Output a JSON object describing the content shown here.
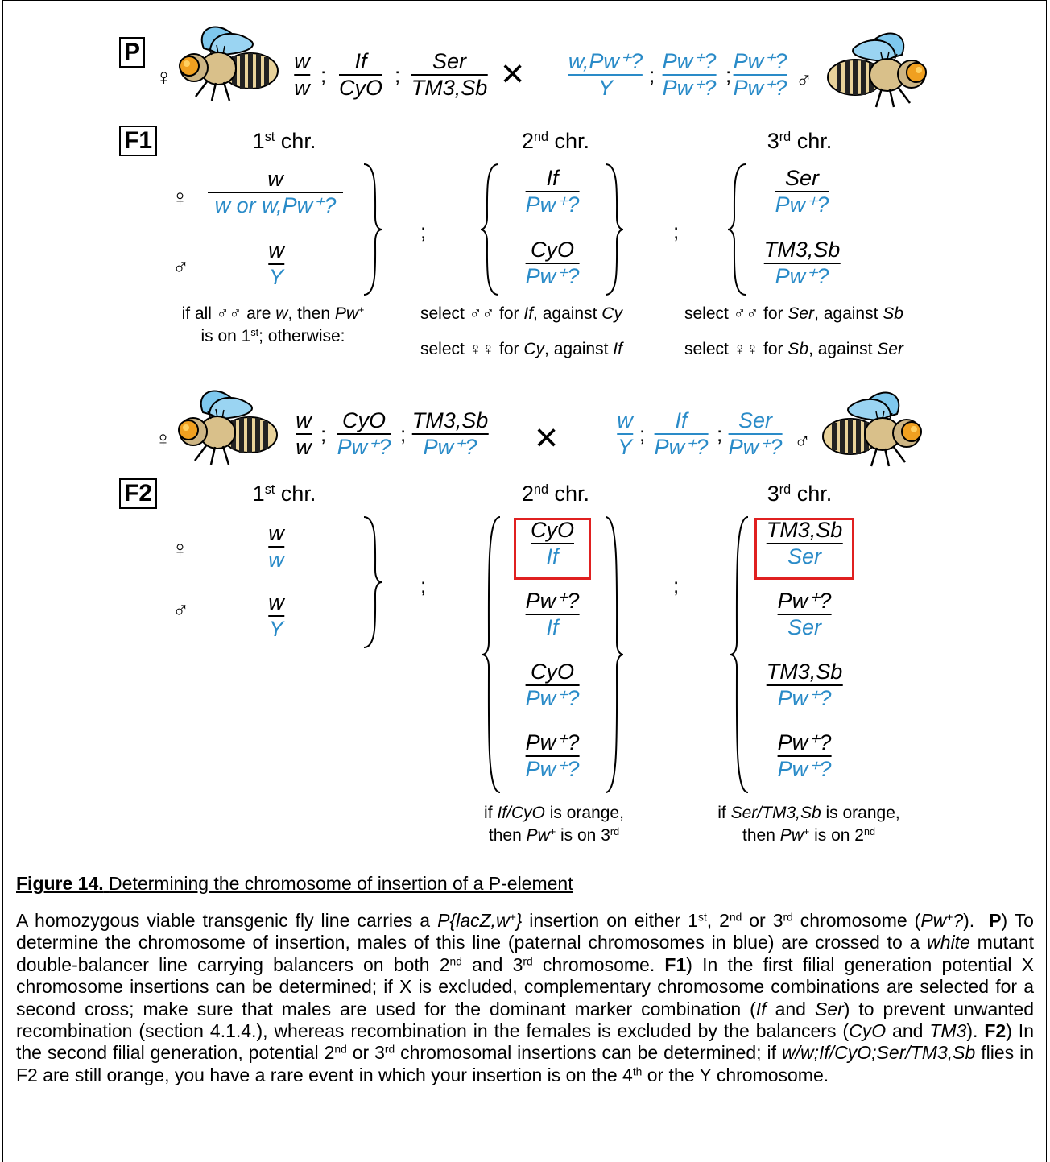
{
  "generations": {
    "p": "P",
    "f1": "F1",
    "f2": "F2"
  },
  "symbols": {
    "female": "♀",
    "male": "♂",
    "cross": "×",
    "semicolon": ";",
    "males": "♂♂",
    "females": "♀♀"
  },
  "p_cross": {
    "female": [
      {
        "num": "w",
        "den": "w"
      },
      {
        "num": "If",
        "den": "CyO"
      },
      {
        "num": "Ser",
        "den": "TM3,Sb"
      }
    ],
    "male": [
      {
        "num": "w,Pw⁺?",
        "den": "Y"
      },
      {
        "num": "Pw⁺?",
        "den": "Pw⁺?"
      },
      {
        "num": "Pw⁺?",
        "den": "Pw⁺?"
      }
    ]
  },
  "chr_labels": {
    "first": "1st chr.",
    "second": "2nd chr.",
    "third": "3rd chr."
  },
  "f1": {
    "first_female": {
      "num": "w",
      "den": "w or w,Pw⁺?"
    },
    "first_male": {
      "num": "w",
      "den": "Y"
    },
    "second": [
      {
        "num": "If",
        "den": "Pw⁺?"
      },
      {
        "num": "CyO",
        "den": "Pw⁺?"
      }
    ],
    "third": [
      {
        "num": "Ser",
        "den": "Pw⁺?"
      },
      {
        "num": "TM3,Sb",
        "den": "Pw⁺?"
      }
    ],
    "note_first": "if all ♂♂ are w, then Pw⁺ is on 1st; otherwise:",
    "note_second_a": "select ♂♂ for If, against Cy",
    "note_second_b": "select ♀♀ for Cy, against If",
    "note_third_a": "select ♂♂ for Ser, against Sb",
    "note_third_b": "select ♀♀ for Sb, against Ser"
  },
  "second_cross": {
    "female": [
      {
        "num": "w",
        "den": "w"
      },
      {
        "num": "CyO",
        "den": "Pw⁺?"
      },
      {
        "num": "TM3,Sb",
        "den": "Pw⁺?"
      }
    ],
    "male": [
      {
        "num": "w",
        "den": "Y"
      },
      {
        "num": "If",
        "den": "Pw⁺?"
      },
      {
        "num": "Ser",
        "den": "Pw⁺?"
      }
    ]
  },
  "f2": {
    "first_female": {
      "num": "w",
      "den": "w"
    },
    "first_male": {
      "num": "w",
      "den": "Y"
    },
    "second": [
      {
        "num": "CyO",
        "den": "If"
      },
      {
        "num": "Pw⁺?",
        "den": "If"
      },
      {
        "num": "CyO",
        "den": "Pw⁺?"
      },
      {
        "num": "Pw⁺?",
        "den": "Pw⁺?"
      }
    ],
    "third": [
      {
        "num": "TM3,Sb",
        "den": "Ser"
      },
      {
        "num": "Pw⁺?",
        "den": "Ser"
      },
      {
        "num": "TM3,Sb",
        "den": "Pw⁺?"
      },
      {
        "num": "Pw⁺?",
        "den": "Pw⁺?"
      }
    ],
    "note_second": "if If/CyO is orange, then Pw⁺ is on 3rd",
    "note_third": "if Ser/TM3,Sb is orange, then Pw⁺ is on 2nd"
  },
  "caption": {
    "label": "Figure 14.",
    "title": "Determining the chromosome of insertion of a P-element",
    "body": "A homozygous viable transgenic fly line carries a P{lacZ,w⁺} insertion on either 1st, 2nd or 3rd chromosome (Pw⁺?). P) To determine the chromosome of insertion, males of this line (paternal chromosomes in blue) are crossed to a white mutant double-balancer line carrying balancers on both 2nd and 3rd chromosome. F1) In the first filial generation potential X chromosome insertions can be determined; if X is excluded, complementary chromosome combinations are selected for a second cross; make sure that males are used for the dominant marker combination (If and Ser) to prevent unwanted recombination (section 4.1.4.), whereas recombination in the females is excluded by the balancers (CyO and TM3). F2) In the second filial generation, potential 2nd or 3rd chromosomal insertions can be determined; if w/w;If/CyO;Ser/TM3,Sb flies in F2 are still orange, you have a rare event in which your insertion is on the 4th or the Y chromosome."
  },
  "colors": {
    "paternal": "#2a8bc8",
    "highlight_box": "#e02020",
    "fly_body": "#e8d29a",
    "fly_eye": "#f0a020",
    "fly_wing": "#7ec8ee"
  }
}
